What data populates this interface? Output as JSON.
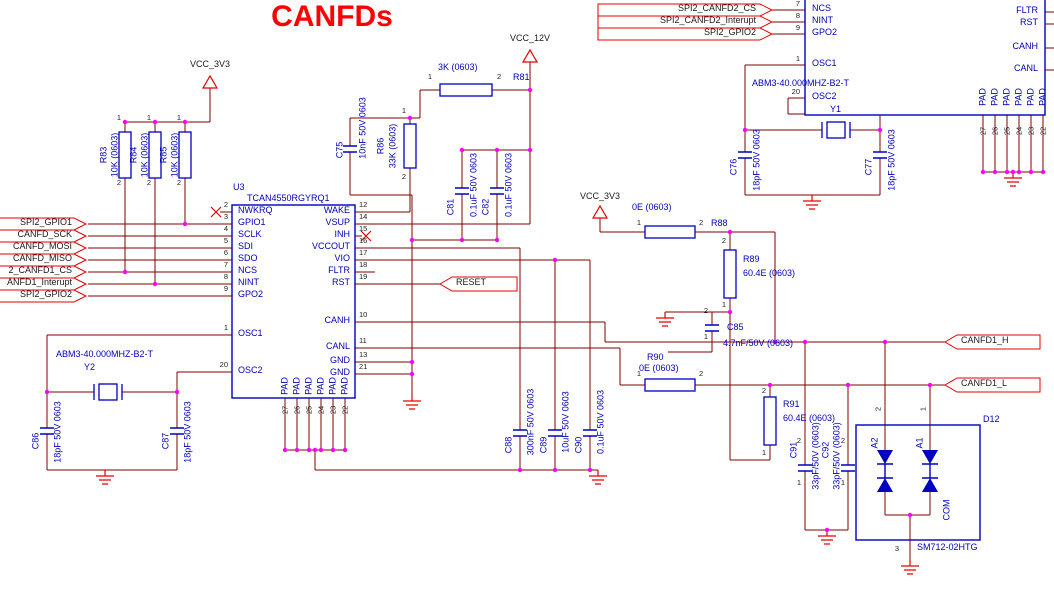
{
  "title": "CANFDs",
  "power_labels": {
    "left": "VCC_3V3",
    "top": "VCC_12V",
    "mid": "VCC_3V3"
  },
  "left_flags": [
    "SPI2_GPIO1",
    "CANFD_SCK",
    "CANFD_MOSI",
    "CANFD_MISO",
    "2_CANFD1_CS",
    "ANFD1_Interupt",
    "SPI2_GPIO2"
  ],
  "top_right_flags": [
    "SPI2_CANFD2_CS",
    "SPI2_CANFD2_Interupt",
    "SPI2_GPIO2"
  ],
  "right_flags": [
    "CANFD1_H",
    "CANFD1_L"
  ],
  "reset_label": "RESET",
  "u3": {
    "ref": "U3",
    "part": "TCAN4550RGYRQ1",
    "left_pins": [
      [
        "2",
        "NWKRQ"
      ],
      [
        "3",
        "GPIO1"
      ],
      [
        "4",
        "SCLK"
      ],
      [
        "5",
        "SDI"
      ],
      [
        "6",
        "SDO"
      ],
      [
        "7",
        "NCS"
      ],
      [
        "8",
        "NINT"
      ],
      [
        "9",
        "GPO2"
      ],
      [
        "1",
        "OSC1"
      ],
      [
        "20",
        "OSC2"
      ]
    ],
    "right_pins": [
      [
        "12",
        "WAKE"
      ],
      [
        "14",
        "VSUP"
      ],
      [
        "15",
        "INH"
      ],
      [
        "16",
        "VCCOUT"
      ],
      [
        "17",
        "VIO"
      ],
      [
        "18",
        "FLTR"
      ],
      [
        "19",
        "RST"
      ],
      [
        "10",
        "CANH"
      ],
      [
        "11",
        "CANL"
      ],
      [
        "13",
        "GND"
      ],
      [
        "21",
        "GND"
      ]
    ],
    "pad_pins": [
      [
        "27",
        "PAD"
      ],
      [
        "26",
        "PAD"
      ],
      [
        "25",
        "PAD"
      ],
      [
        "24",
        "PAD"
      ],
      [
        "23",
        "PAD"
      ],
      [
        "22",
        "PAD"
      ]
    ]
  },
  "u4": {
    "left_pins": [
      [
        "7",
        "NCS"
      ],
      [
        "8",
        "NINT"
      ],
      [
        "9",
        "GPO2"
      ],
      [
        "1",
        "OSC1"
      ],
      [
        "20",
        "OSC2"
      ]
    ],
    "right_pins": [
      "FLTR",
      "RST",
      "CANH",
      "CANL"
    ],
    "pad_pins": [
      [
        "27",
        "PAD"
      ],
      [
        "26",
        "PAD"
      ],
      [
        "25",
        "PAD"
      ],
      [
        "24",
        "PAD"
      ],
      [
        "23",
        "PAD"
      ],
      [
        "22",
        "PAD"
      ]
    ]
  },
  "crystals": {
    "y2": {
      "ref": "Y2",
      "part": "ABM3-40.000MHZ-B2-T"
    },
    "y1": {
      "ref": "Y1",
      "part": "ABM3-40.000MHZ-B2-T"
    }
  },
  "resistors": {
    "r83": {
      "ref": "R83",
      "value": "10K (0603)",
      "p1": "1",
      "p2": "2"
    },
    "r84": {
      "ref": "R84",
      "value": "10K (0603)",
      "p1": "1",
      "p2": "2"
    },
    "r85": {
      "ref": "R85",
      "value": "10K (0603)",
      "p1": "1",
      "p2": "2"
    },
    "r81": {
      "ref": "R81",
      "value": "3K (0603)",
      "p1": "1",
      "p2": "2"
    },
    "r86": {
      "ref": "R86",
      "value": "33K (0603)",
      "p1": "1",
      "p2": "2"
    },
    "r88": {
      "ref": "R88",
      "value": "0E (0603)",
      "p1": "1",
      "p2": "2"
    },
    "r89": {
      "ref": "R89",
      "value": "60.4E (0603)",
      "p1": "1",
      "p2": "2"
    },
    "r90": {
      "ref": "R90",
      "value": "0E (0603)",
      "p1": "1",
      "p2": "2"
    },
    "r91": {
      "ref": "R91",
      "value": "60.4E (0603)",
      "p1": "1",
      "p2": "2"
    }
  },
  "capacitors": {
    "c75": {
      "ref": "C75",
      "value": "10nF 50V 0603"
    },
    "c81": {
      "ref": "C81",
      "value": "0.1uF 50V 0603"
    },
    "c82": {
      "ref": "C82",
      "value": "0.1uF 50V 0603"
    },
    "c85": {
      "ref": "C85",
      "value": "4.7nF/50V (0603)",
      "p1": "1",
      "p2": "2"
    },
    "c86": {
      "ref": "C86",
      "value": "18pF 50V 0603"
    },
    "c87": {
      "ref": "C87",
      "value": "18pF 50V 0603"
    },
    "c88": {
      "ref": "C88",
      "value": "300nF 50V 0603"
    },
    "c89": {
      "ref": "C89",
      "value": "10uF 50V 0603"
    },
    "c90": {
      "ref": "C90",
      "value": "0.1uF 50V 0603"
    },
    "c76": {
      "ref": "C76",
      "value": "18pF 50V 0603"
    },
    "c77": {
      "ref": "C77",
      "value": "18pF 50V 0603"
    },
    "c91": {
      "ref": "C91",
      "value": "33pF/50V (0603)",
      "p1": "1",
      "p2": "2"
    },
    "c92": {
      "ref": "C92",
      "value": "33pF/50V (0603)",
      "p1": "1",
      "p2": "2"
    }
  },
  "tvs": {
    "ref": "D12",
    "part": "SM712-02HTG",
    "pin_left": "2",
    "pin_right": "1",
    "pin_bottom": "3",
    "label_left": "A2",
    "label_right": "A1",
    "label_com": "COM"
  }
}
